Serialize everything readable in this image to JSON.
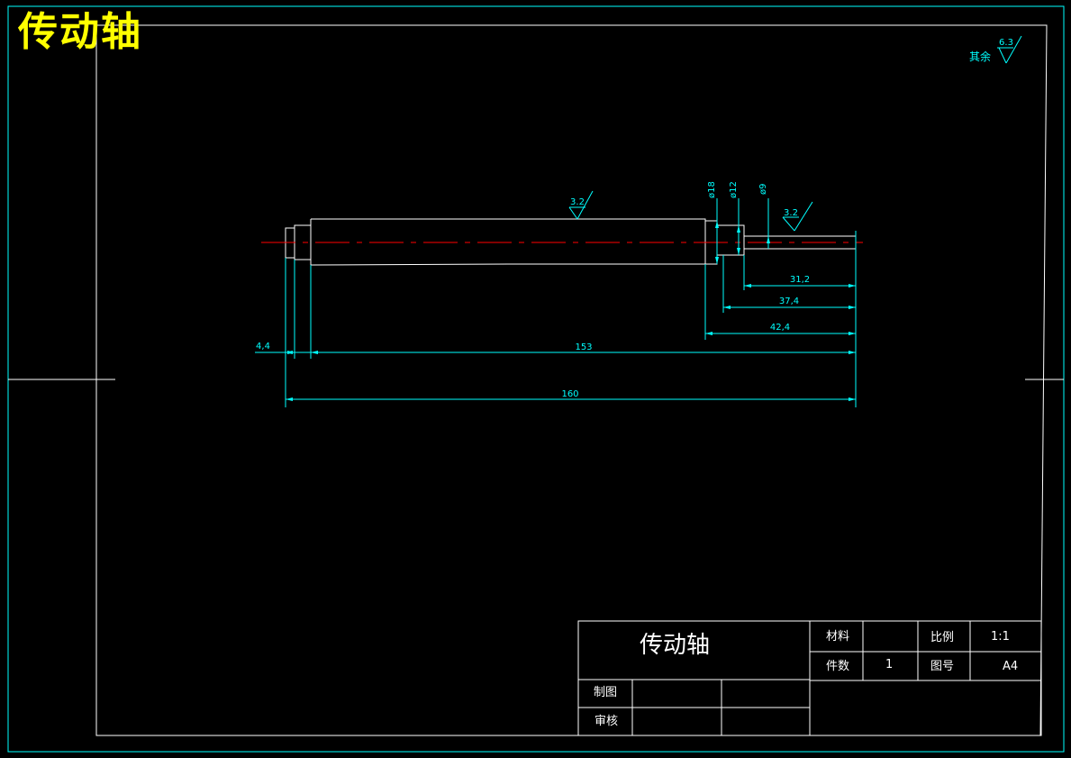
{
  "drawing": {
    "title_large": "传动轴",
    "roughness_note_prefix": "其余",
    "roughness_general": "6.3",
    "roughness_main": "3.2",
    "roughness_end": "3.2"
  },
  "dimensions": {
    "d_18": "ø18",
    "d_12": "ø12",
    "d_9": "ø9",
    "l_31_2": "31,2",
    "l_37_4": "37,4",
    "l_42_4": "42,4",
    "l_4_4": "4,4",
    "l_153": "153",
    "l_160": "160"
  },
  "title_block": {
    "part_name": "传动轴",
    "material_label": "材料",
    "material_value": "",
    "scale_label": "比例",
    "scale_value": "1:1",
    "quantity_label": "件数",
    "quantity_value": "1",
    "drawing_no_label": "图号",
    "drawing_no_value": "A4",
    "drawn_by_label": "制图",
    "checked_by_label": "审核"
  },
  "colors": {
    "background": "#000000",
    "outline": "#ffffff",
    "dimension": "#00ffff",
    "centerline": "#ff0000",
    "title": "#ffff00"
  }
}
